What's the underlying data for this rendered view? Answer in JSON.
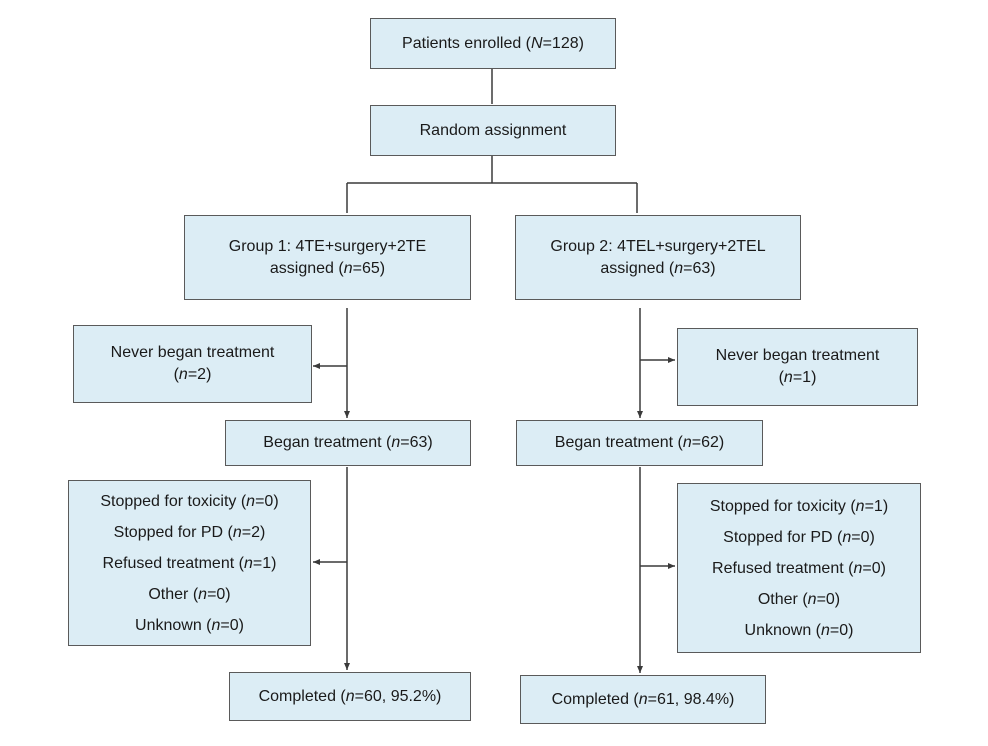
{
  "colors": {
    "box_fill": "#dcedf5",
    "box_border": "#5a5a5a",
    "line": "#3a3a3a"
  },
  "enrolled": {
    "lines": [
      {
        "pre": "Patients enrolled (",
        "var": "N",
        "post": "=128)"
      }
    ]
  },
  "random": {
    "lines": [
      {
        "pre": "Random assignment",
        "var": "",
        "post": ""
      }
    ]
  },
  "group1": {
    "assigned": {
      "lines": [
        {
          "pre": "Group 1: 4TE+surgery+2TE",
          "var": "",
          "post": ""
        },
        {
          "pre": "assigned (",
          "var": "n",
          "post": "=65)"
        }
      ]
    },
    "never": {
      "lines": [
        {
          "pre": "Never began treatment",
          "var": "",
          "post": ""
        },
        {
          "pre": "(",
          "var": "n",
          "post": "=2)"
        }
      ]
    },
    "began": {
      "lines": [
        {
          "pre": "Began treatment (",
          "var": "n",
          "post": "=63)"
        }
      ]
    },
    "stopped": {
      "lines": [
        {
          "pre": "Stopped for toxicity (",
          "var": "n",
          "post": "=0)"
        },
        {
          "pre": "Stopped for PD (",
          "var": "n",
          "post": "=2)"
        },
        {
          "pre": "Refused treatment (",
          "var": "n",
          "post": "=1)"
        },
        {
          "pre": "Other (",
          "var": "n",
          "post": "=0)"
        },
        {
          "pre": "Unknown (",
          "var": "n",
          "post": "=0)"
        }
      ]
    },
    "completed": {
      "lines": [
        {
          "pre": "Completed (",
          "var": "n",
          "post": "=60, 95.2%)"
        }
      ]
    }
  },
  "group2": {
    "assigned": {
      "lines": [
        {
          "pre": "Group 2: 4TEL+surgery+2TEL",
          "var": "",
          "post": ""
        },
        {
          "pre": "assigned (",
          "var": "n",
          "post": "=63)"
        }
      ]
    },
    "never": {
      "lines": [
        {
          "pre": "Never began treatment",
          "var": "",
          "post": ""
        },
        {
          "pre": "(",
          "var": "n",
          "post": "=1)"
        }
      ]
    },
    "began": {
      "lines": [
        {
          "pre": "Began treatment (",
          "var": "n",
          "post": "=62)"
        }
      ]
    },
    "stopped": {
      "lines": [
        {
          "pre": "Stopped for toxicity (",
          "var": "n",
          "post": "=1)"
        },
        {
          "pre": "Stopped for PD (",
          "var": "n",
          "post": "=0)"
        },
        {
          "pre": "Refused treatment (",
          "var": "n",
          "post": "=0)"
        },
        {
          "pre": "Other (",
          "var": "n",
          "post": "=0)"
        },
        {
          "pre": "Unknown (",
          "var": "n",
          "post": "=0)"
        }
      ]
    },
    "completed": {
      "lines": [
        {
          "pre": "Completed (",
          "var": "n",
          "post": "=61, 98.4%)"
        }
      ]
    }
  }
}
